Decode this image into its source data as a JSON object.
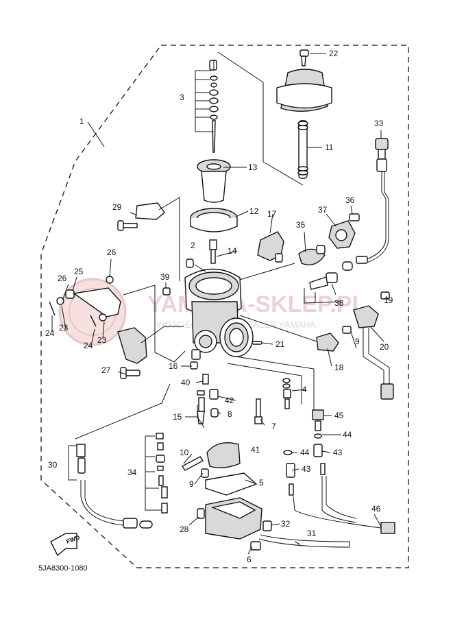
{
  "diagram_code": "5JA8300-1080",
  "direction_label": "FWD",
  "watermark": {
    "main": "YAMAHA-SKLEP.PL",
    "sub": "WOJCIECHOWSKI | DEALER YAMAHA"
  },
  "part_labels": [
    "1",
    "2",
    "3",
    "4",
    "5",
    "6",
    "7",
    "8",
    "9",
    "10",
    "11",
    "12",
    "13",
    "14",
    "15",
    "16",
    "17",
    "18",
    "19",
    "20",
    "21",
    "22",
    "23",
    "24",
    "25",
    "26",
    "27",
    "28",
    "29",
    "30",
    "31",
    "32",
    "33",
    "34",
    "35",
    "36",
    "37",
    "38",
    "39",
    "40",
    "41",
    "42",
    "43",
    "44",
    "45",
    "46"
  ]
}
